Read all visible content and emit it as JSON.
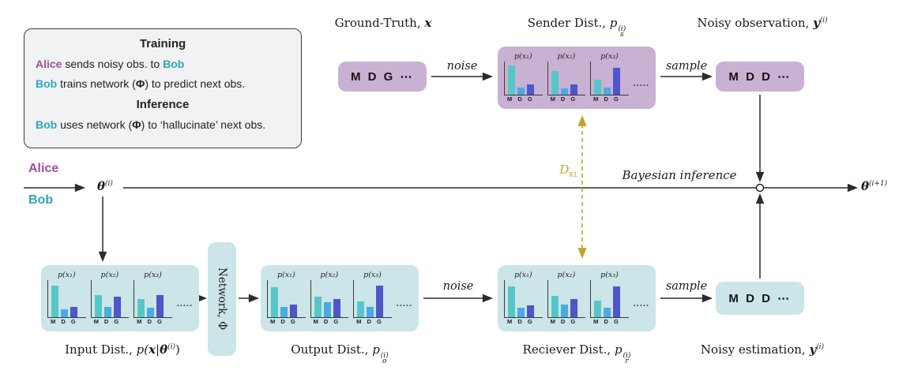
{
  "colors": {
    "purple_box": "#c9b1d3",
    "teal_box": "#cbe5e8",
    "alice": "#a04f9e",
    "bob": "#2fa7b8",
    "gold": "#c8a227",
    "line": "#2b2b2b",
    "bar_colors": [
      "#56c7c9",
      "#49aae4",
      "#4f55cb"
    ]
  },
  "legend": {
    "training_title": "Training",
    "row1": {
      "alice": "Alice",
      "mid": " sends noisy obs. to ",
      "bob": "Bob"
    },
    "row2": {
      "bob": "Bob",
      "pre": " trains network (",
      "phi": "Φ",
      "post": ") to predict next obs."
    },
    "inference_title": "Inference",
    "row3": {
      "bob": "Bob",
      "pre": " uses network (",
      "phi": "Φ",
      "post": ") to ‘hallucinate’ next obs."
    }
  },
  "top": {
    "ground_truth_label": {
      "prefix": "Ground-Truth, ",
      "var": "x"
    },
    "ground_truth_tokens": "M D G ⋯",
    "noise": "noise",
    "sender_label": {
      "prefix": "Sender Dist., ",
      "var": "p",
      "sub": "s",
      "sup": "(i)"
    },
    "sample": "sample",
    "noisy_obs_label": {
      "prefix": "Noisy observation, ",
      "var": "y",
      "sup": "(i)"
    },
    "noisy_obs_tokens": "M D D ⋯"
  },
  "mid": {
    "alice": "Alice",
    "bob": "Bob",
    "theta_i": {
      "var": "θ",
      "sup": "(i)"
    },
    "theta_next": {
      "var": "θ",
      "sup": "(i+1)"
    },
    "bayesian": "Bayesian inference",
    "dkl": {
      "var": "D",
      "sub": "KL"
    }
  },
  "bottom": {
    "input_label": {
      "prefix": "Input Dist., ",
      "m1": "p(",
      "x": "x",
      "m2": "|",
      "theta": "θ",
      "sup": "(i)",
      "close": ")"
    },
    "network_label": "Network, Φ",
    "output_label": {
      "prefix": "Output Dist., ",
      "var": "p",
      "sub": "o",
      "sup": "(i)"
    },
    "noise": "noise",
    "receiver_label": {
      "prefix": "Reciever Dist., ",
      "var": "p",
      "sub": "r",
      "sup": "(i)"
    },
    "sample": "sample",
    "noisy_est_label": {
      "prefix": "Noisy estimation, ",
      "var": "y",
      "sup": "(i)"
    },
    "noisy_est_tokens": "M D D ⋯"
  },
  "charts": {
    "axis": "M D G",
    "ellipsis": ".....",
    "sender": [
      {
        "title": "p(x₁)",
        "bars": [
          0.88,
          0.22,
          0.3
        ]
      },
      {
        "title": "p(x₂)",
        "bars": [
          0.72,
          0.2,
          0.3
        ]
      },
      {
        "title": "p(x₃)",
        "bars": [
          0.45,
          0.22,
          0.8
        ]
      }
    ],
    "input": [
      {
        "title": "p(x₁)",
        "bars": [
          0.85,
          0.22,
          0.28
        ]
      },
      {
        "title": "p(x₂)",
        "bars": [
          0.6,
          0.28,
          0.55
        ]
      },
      {
        "title": "p(x₃)",
        "bars": [
          0.5,
          0.25,
          0.6
        ]
      }
    ],
    "output": [
      {
        "title": "p(x₁)",
        "bars": [
          0.8,
          0.28,
          0.35
        ]
      },
      {
        "title": "p(x₂)",
        "bars": [
          0.55,
          0.4,
          0.5
        ]
      },
      {
        "title": "p(x₃)",
        "bars": [
          0.42,
          0.28,
          0.85
        ]
      }
    ],
    "receiver": [
      {
        "title": "p(x₁)",
        "bars": [
          0.82,
          0.25,
          0.32
        ]
      },
      {
        "title": "p(x₂)",
        "bars": [
          0.58,
          0.35,
          0.5
        ]
      },
      {
        "title": "p(x₃)",
        "bars": [
          0.45,
          0.25,
          0.82
        ]
      }
    ]
  }
}
